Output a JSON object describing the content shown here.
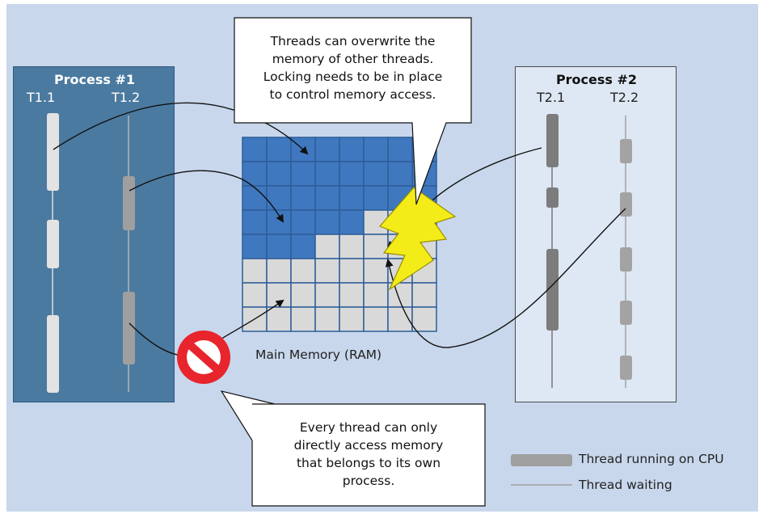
{
  "process1": {
    "title": "Process #1",
    "threads": [
      "T1.1",
      "T1.2"
    ]
  },
  "process2": {
    "title": "Process #2",
    "threads": [
      "T2.1",
      "T2.2"
    ]
  },
  "memory": {
    "label": "Main Memory (RAM)"
  },
  "callout_top": {
    "lines": [
      "Threads can overwrite the",
      "memory of other threads.",
      "Locking needs to be in place",
      "to control memory access."
    ]
  },
  "callout_bottom": {
    "lines": [
      "Every thread can only",
      "directly access memory",
      "that belongs to its own",
      "process."
    ]
  },
  "legend": {
    "running": "Thread running on CPU",
    "waiting": "Thread waiting"
  },
  "icons": {
    "prohibited": "no-entry-icon",
    "conflict": "lightning-bolt-icon"
  },
  "colors": {
    "process1_bg": "#4b7aa0",
    "process2_bg": "#dee8f4",
    "background": "#c8d7ec",
    "memory_used": "#3f78bf",
    "memory_free": "#d9d9d9",
    "no_entry": "#e8242d",
    "lightning": "#f4ec18"
  }
}
